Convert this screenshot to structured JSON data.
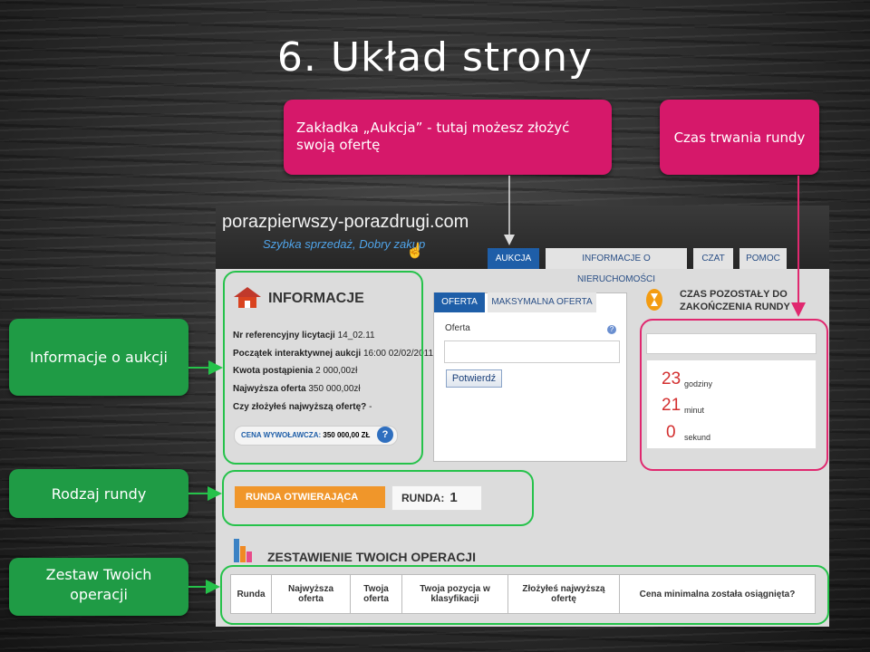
{
  "slide": {
    "title": "6. Układ strony"
  },
  "callouts": {
    "auction_tab": "Zakładka „Aukcja” - tutaj możesz złożyć swoją ofertę",
    "round_time": "Czas trwania rundy",
    "auction_info": "Informacje o aukcji",
    "round_type": "Rodzaj rundy",
    "operations": "Zestaw Twoich operacji"
  },
  "site": {
    "logo": "porazpierwszy-porazdrugi.com",
    "slogan": "Szybka sprzedaż, Dobry zakup",
    "tabs": [
      "AUKCJA",
      "INFORMACJE O NIERUCHOMOŚCI",
      "CZAT",
      "POMOC"
    ]
  },
  "info": {
    "title": "INFORMACJE",
    "ref_label": "Nr referencyjny licytacji",
    "ref_value": "14_02.11",
    "start_label": "Początek interaktywnej aukcji",
    "start_value": "16:00 02/02/2011",
    "step_label": "Kwota postąpienia",
    "step_value": "2 000,00zł",
    "highest_label": "Najwyższa oferta",
    "highest_value": "350 000,00zł",
    "your_label": "Czy złożyłeś najwyższą ofertę?",
    "your_value": "-",
    "call_price_label": "CENA WYWOŁAWCZA:",
    "call_price_value": "350 000,00 ZŁ",
    "help": "?"
  },
  "offer": {
    "tabs": [
      "OFERTA",
      "MAKSYMALNA OFERTA"
    ],
    "label": "Oferta",
    "input_value": "",
    "confirm": "Potwierdź",
    "help": "?"
  },
  "timer": {
    "title_line1": "CZAS POZOSTAŁY DO",
    "title_line2": "ZAKOŃCZENIA RUNDY",
    "hours": "23",
    "hours_label": "godziny",
    "minutes": "21",
    "minutes_label": "minut",
    "seconds": "0",
    "seconds_label": "sekund"
  },
  "round": {
    "type": "RUNDA OTWIERAJĄCA",
    "label": "RUNDA:",
    "number": "1"
  },
  "operations": {
    "title": "ZESTAWIENIE TWOICH OPERACJI",
    "columns": [
      "Runda",
      "Najwyższa oferta",
      "Twoja oferta",
      "Twoja pozycja w klasyfikacji",
      "Złożyłeś najwyższą ofertę",
      "Cena minimalna została osiągnięta?"
    ]
  },
  "colors": {
    "callout_pink": "#d6186a",
    "callout_green": "#1f9b45",
    "highlight_green": "#25c24a",
    "highlight_pink": "#e0286f",
    "tab_active": "#1e5ea8",
    "round_orange": "#f0962a",
    "timer_red": "#d32f2f"
  }
}
